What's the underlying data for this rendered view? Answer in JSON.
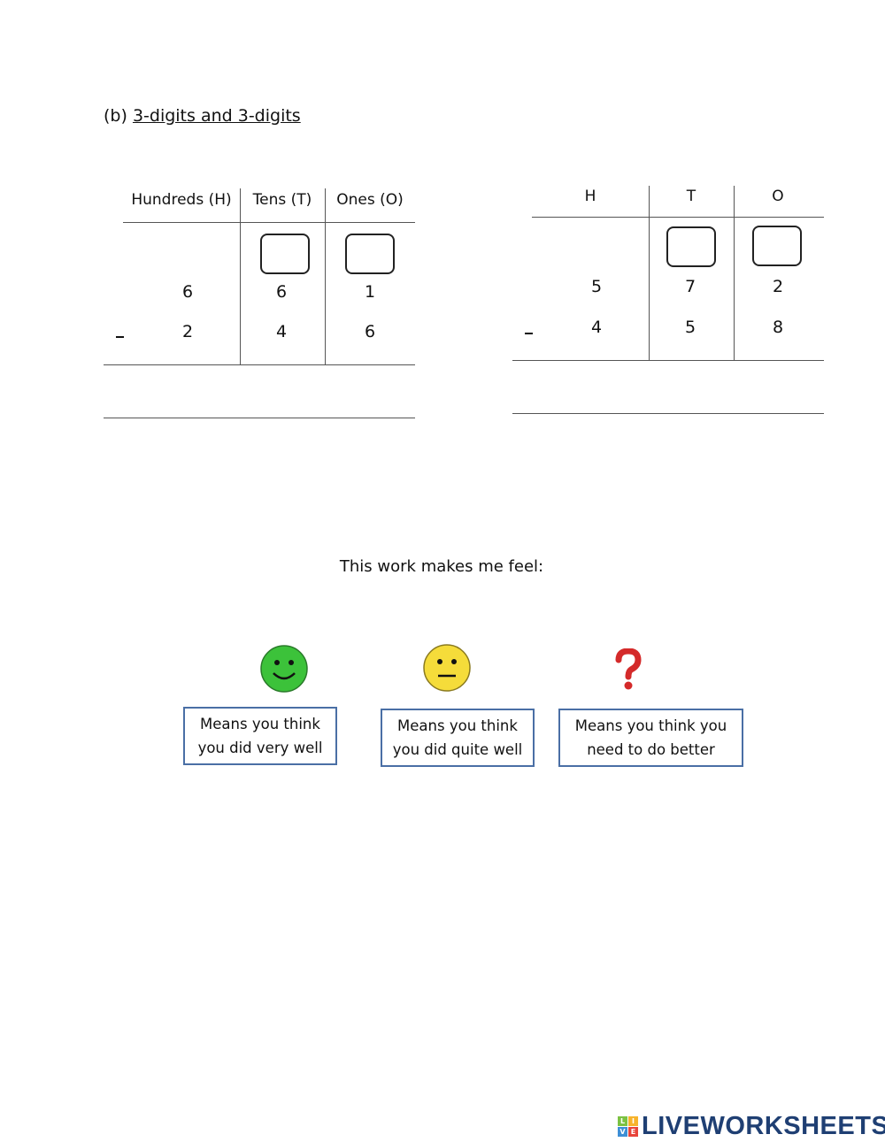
{
  "section": {
    "label": "(b)",
    "title": "3-digits and 3-digits"
  },
  "problem1": {
    "headers": [
      "Hundreds (H)",
      "Tens (T)",
      "Ones (O)"
    ],
    "row1": [
      "6",
      "6",
      "1"
    ],
    "row2": [
      "2",
      "4",
      "6"
    ],
    "operator": "-"
  },
  "problem2": {
    "headers": [
      "H",
      "T",
      "O"
    ],
    "row1": [
      "5",
      "7",
      "2"
    ],
    "row2": [
      "4",
      "5",
      "8"
    ],
    "operator": "-"
  },
  "feel": {
    "prompt": "This work makes me feel:",
    "options": [
      {
        "icon": "green-smiley-icon",
        "line1": "Means you think",
        "line2": "you did very well"
      },
      {
        "icon": "yellow-neutral-face-icon",
        "line1": "Means you think",
        "line2": "you did quite well"
      },
      {
        "icon": "red-question-mark-icon",
        "line1": "Means you think you",
        "line2": "need to do better"
      }
    ]
  },
  "logo": {
    "text": "LIVEWORKSHEETS",
    "badge": [
      "L",
      "I",
      "V",
      "E"
    ]
  },
  "colors": {
    "green": "#3cc23a",
    "yellow": "#f5dc3a",
    "red": "#d42a2a",
    "note_border": "#4a6fa5",
    "logo": "#1f3f73"
  }
}
